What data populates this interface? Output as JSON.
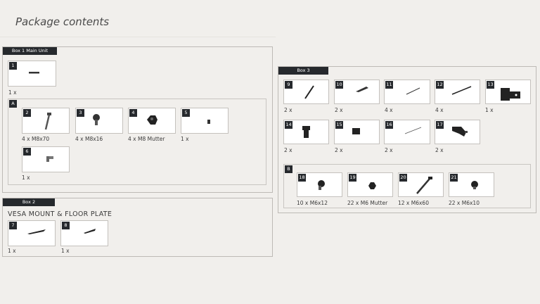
{
  "page": {
    "title": "Package contents"
  },
  "box1": {
    "label": "Box 1 Main Unit",
    "item1": {
      "num": "1",
      "qty": "1 x",
      "icon": "bar-part-icon"
    },
    "groupA": {
      "tag": "A",
      "items": [
        {
          "num": "2",
          "qty": "4 x M8x70",
          "icon": "long-bolt-icon"
        },
        {
          "num": "3",
          "qty": "4 x M8x16",
          "icon": "short-bolt-icon"
        },
        {
          "num": "4",
          "qty": "4 x M8 Mutter",
          "icon": "nut-icon"
        },
        {
          "num": "5",
          "qty": "1 x",
          "icon": "small-block-icon"
        },
        {
          "num": "6",
          "qty": "1 x",
          "icon": "bracket-icon"
        }
      ]
    }
  },
  "box2": {
    "label": "Box 2",
    "subtitle": "VESA MOUNT & FLOOR PLATE",
    "items": [
      {
        "num": "7",
        "qty": "1 x",
        "icon": "plate-icon"
      },
      {
        "num": "8",
        "qty": "1 x",
        "icon": "plate-small-icon"
      }
    ]
  },
  "box3": {
    "label": "Box 3",
    "items": [
      {
        "num": "9",
        "qty": "2 x",
        "icon": "rod-icon"
      },
      {
        "num": "10",
        "qty": "2 x",
        "icon": "clip-icon"
      },
      {
        "num": "11",
        "qty": "4 x",
        "icon": "thin-rod-icon"
      },
      {
        "num": "12",
        "qty": "4 x",
        "icon": "thin-rod-icon"
      },
      {
        "num": "13",
        "qty": "1 x",
        "icon": "wall-bracket-icon"
      },
      {
        "num": "14",
        "qty": "2 x",
        "icon": "cup-holder-icon"
      },
      {
        "num": "15",
        "qty": "2 x",
        "icon": "clamp-icon"
      },
      {
        "num": "16",
        "qty": "2 x",
        "icon": "thin-rod-icon"
      },
      {
        "num": "17",
        "qty": "2 x",
        "icon": "foot-icon"
      }
    ],
    "groupB": {
      "tag": "B",
      "items": [
        {
          "num": "18",
          "qty": "10 x M6x12",
          "icon": "short-bolt-icon"
        },
        {
          "num": "19",
          "qty": "22 x M6 Mutter",
          "icon": "nut-icon"
        },
        {
          "num": "20",
          "qty": "12 x M6x60",
          "icon": "long-bolt-icon"
        },
        {
          "num": "21",
          "qty": "22 x M6x10",
          "icon": "short-bolt-icon"
        }
      ]
    }
  }
}
